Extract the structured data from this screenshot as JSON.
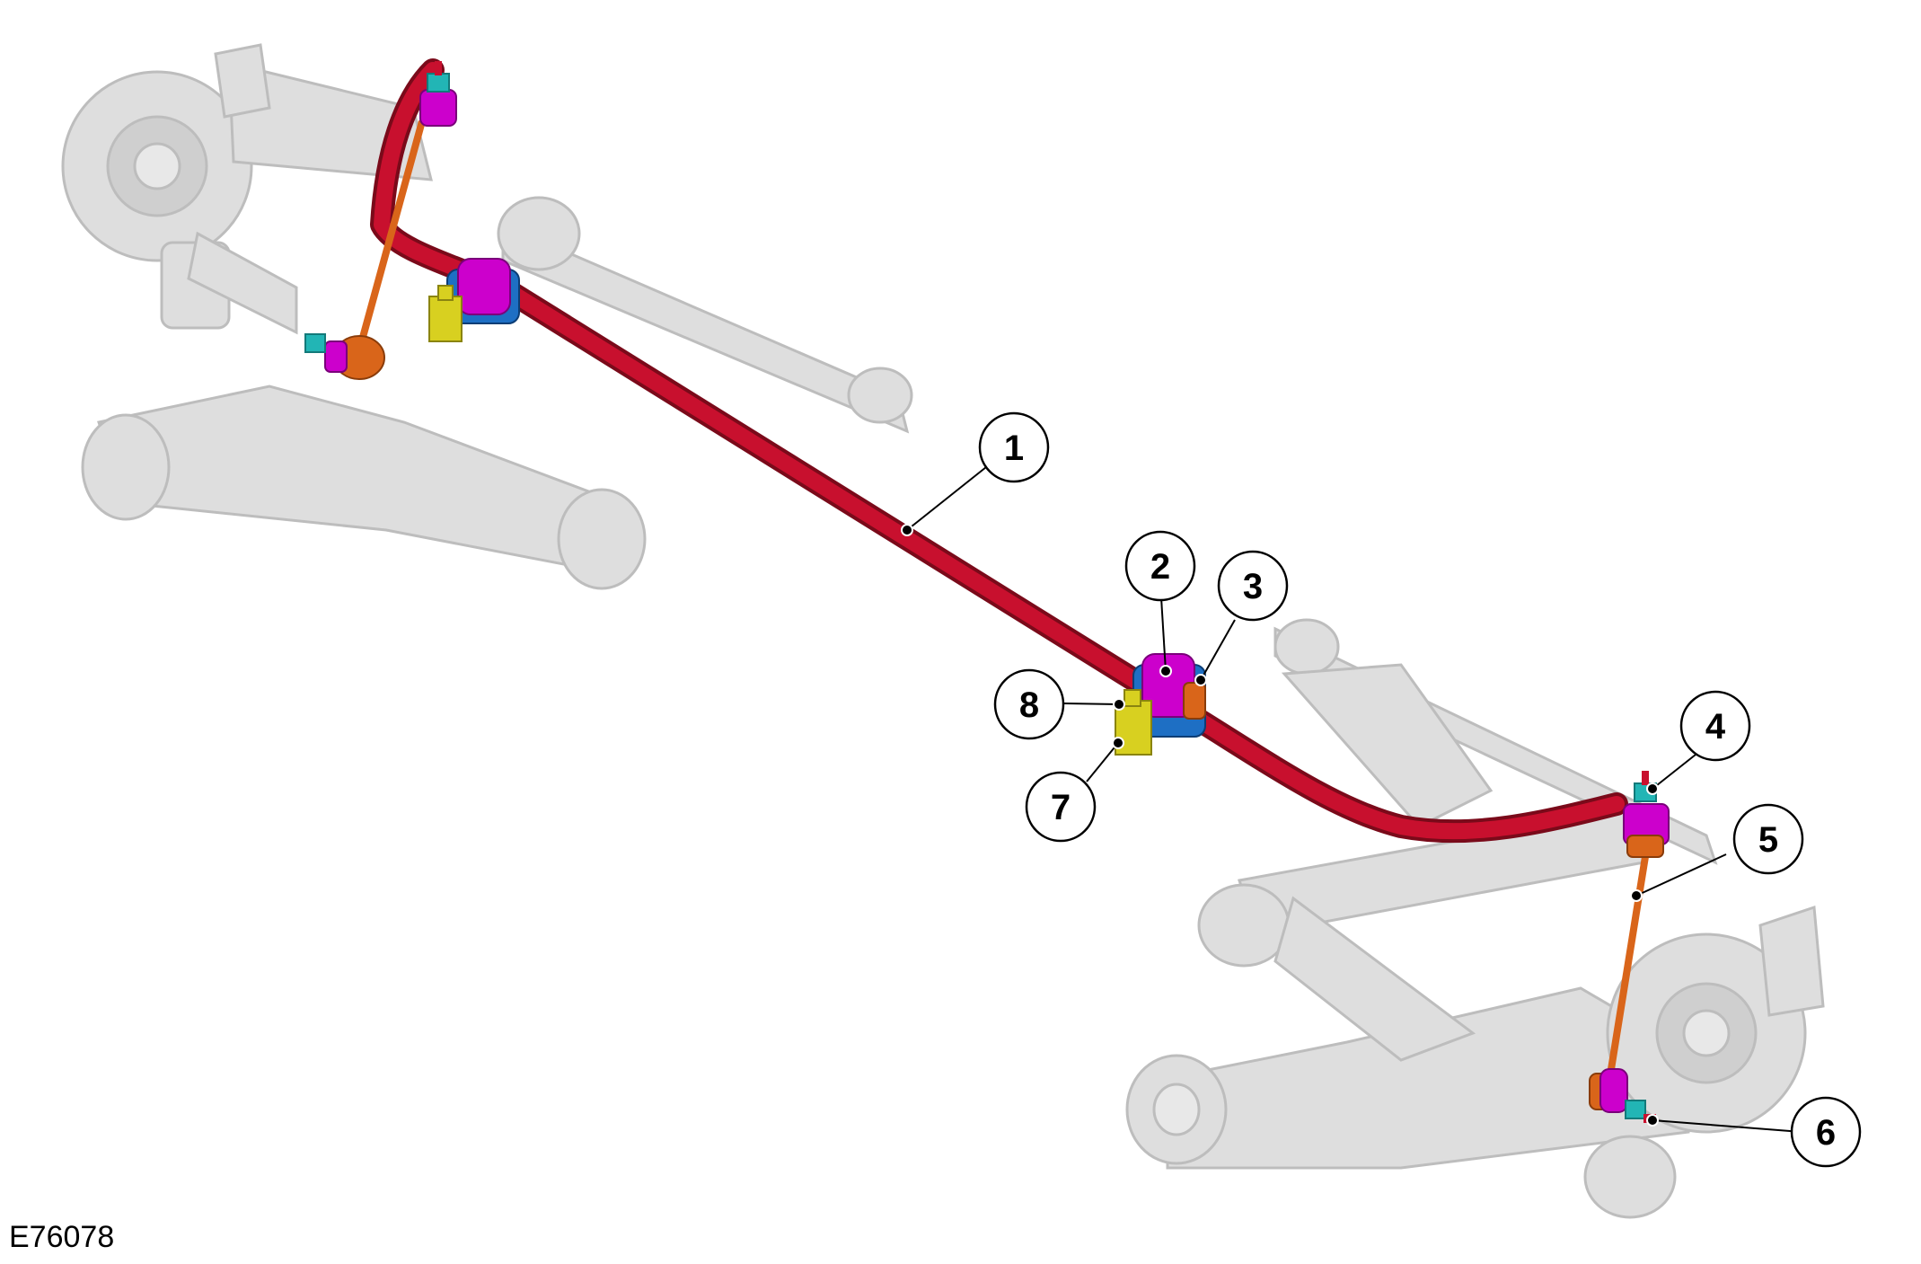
{
  "figure_id": "E76078",
  "callouts": [
    "1",
    "2",
    "3",
    "4",
    "5",
    "6",
    "7",
    "8"
  ],
  "colors": {
    "stabilizer_bar": "#c8102e",
    "bushing": "#cc00cc",
    "bracket": "#1e6fc4",
    "link": "#d9651a",
    "nut": "#22b5b5",
    "bolt": "#d8d020",
    "suspension_ghost": "#d6d6d6"
  }
}
